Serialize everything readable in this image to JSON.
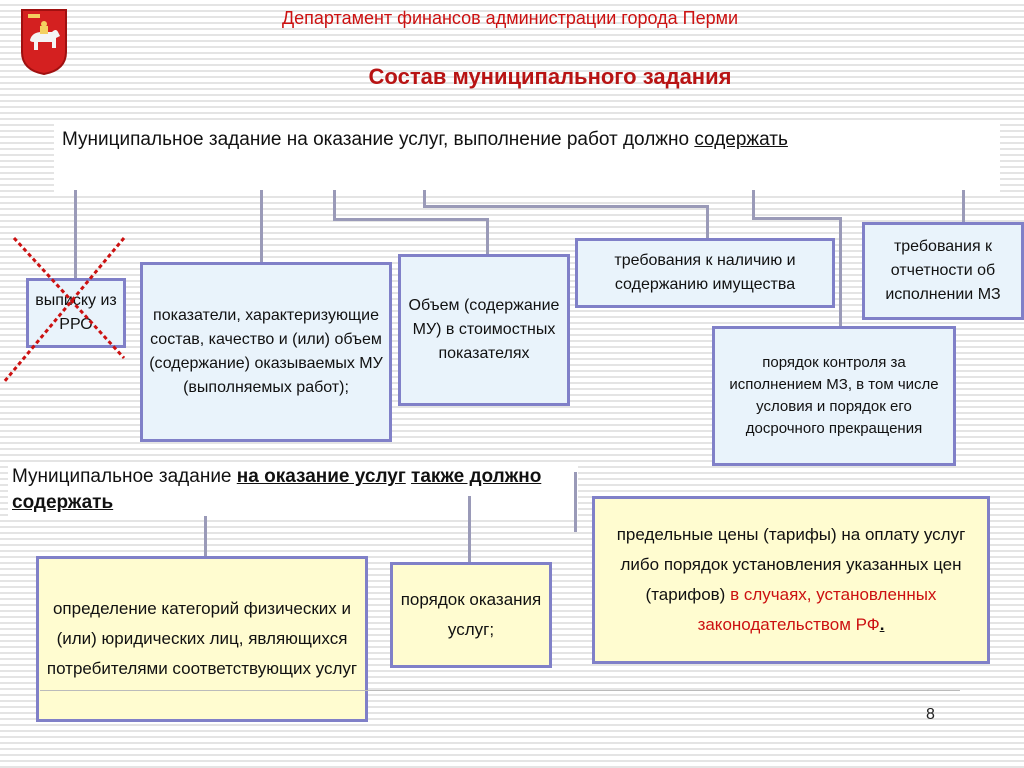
{
  "header": {
    "department": "Департамент финансов администрации города Перми"
  },
  "title": "Состав муниципального задания",
  "lead": {
    "text": "Муниципальное задание на оказание услуг, выполнение работ должно",
    "underline": "содержать"
  },
  "boxes_top": {
    "rro": "выписку из РРО",
    "indicators": "показатели, характеризующие состав, качество и (или) объем (содержание) оказываемых МУ (выполняемых работ);",
    "volume": "Объем (содержание МУ) в стоимостных показателях",
    "property": "требования к наличию и содержанию имущества",
    "reporting": "требования к отчетности об исполнении МЗ",
    "control": "порядок контроля за исполнением МЗ, в том числе условия и порядок его досрочного прекращения"
  },
  "section2": {
    "prefix": "Муниципальное задание ",
    "bold1": "на оказание услуг",
    "bold2": "также должно содержать"
  },
  "boxes_bottom": {
    "categories": "определение категорий физических и (или) юридических лиц, являющихся потребителями соответствующих услуг",
    "order": "порядок оказания услуг;",
    "prices_black": "предельные цены (тарифы) на оплату услуг либо порядок установления указанных цен (тарифов) ",
    "prices_red": "в случаях, установленных законодательством РФ",
    "prices_dot": "."
  },
  "page_number": "8",
  "colors": {
    "accent_red": "#cc1111",
    "box_border": "#8080c8",
    "box_blue": "#e9f3fb",
    "box_yellow": "#fffcd0"
  },
  "icons": {
    "logo": "perm-coat-of-arms-icon"
  }
}
